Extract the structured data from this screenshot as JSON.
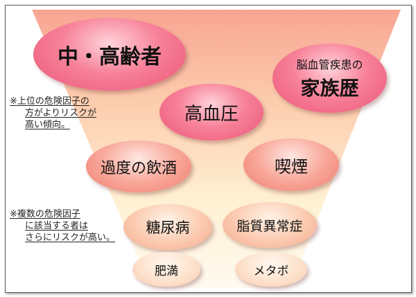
{
  "bubbles": [
    {
      "label": "中・高齢者"
    },
    {
      "label_top": "脳血管疾患の",
      "label": "家族歴"
    },
    {
      "label": "高血圧"
    },
    {
      "label": "過度の飲酒"
    },
    {
      "label": "喫煙"
    },
    {
      "label": "糖尿病"
    },
    {
      "label": "脂質異常症"
    },
    {
      "label": "肥満"
    },
    {
      "label": "メタボ"
    }
  ],
  "notes": [
    {
      "lines": [
        "※上位の危険因子の",
        "方がよりリスクが",
        "高い傾向。"
      ]
    },
    {
      "lines": [
        "※複数の危険因子",
        "に該当する者は",
        "さらにリスクが高い。"
      ]
    }
  ],
  "colors": {
    "funnel_top": "#f79a86",
    "funnel_bottom": "#fff6e0",
    "hot": "#ec5576",
    "pale": "#f8c8aa"
  }
}
